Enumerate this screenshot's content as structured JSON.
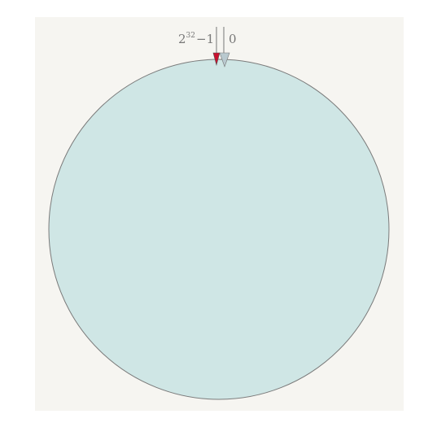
{
  "ring": {
    "fill_color": "#cfe6e5",
    "stroke_color": "#7a7a7a",
    "max_marker": {
      "base": "2",
      "exponent": "32",
      "suffix": "−1",
      "color": "#c8102e"
    },
    "zero_marker": {
      "label": "0",
      "color": "#b9c9cf"
    }
  }
}
